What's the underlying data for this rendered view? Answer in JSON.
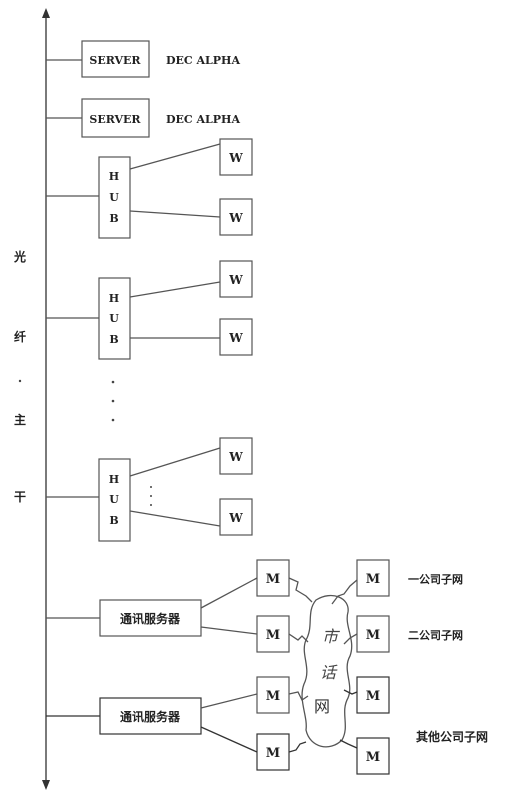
{
  "backbone": {
    "label_chars": [
      "光",
      "纤",
      "主",
      "干"
    ]
  },
  "servers": [
    {
      "box": "SERVER",
      "label": "DEC ALPHA"
    },
    {
      "box": "SERVER",
      "label": "DEC ALPHA"
    }
  ],
  "hubs": [
    {
      "chars": [
        "H",
        "U",
        "B"
      ],
      "workstations": [
        "W",
        "W"
      ]
    },
    {
      "chars": [
        "H",
        "U",
        "B"
      ],
      "workstations": [
        "W",
        "W"
      ]
    },
    {
      "chars": [
        "H",
        "U",
        "B"
      ],
      "workstations": [
        "W",
        "W"
      ]
    }
  ],
  "comm_servers": [
    {
      "label": "通讯服务器",
      "modems": [
        "M",
        "M"
      ]
    },
    {
      "label": "通讯服务器",
      "modems": [
        "M",
        "M"
      ]
    }
  ],
  "cloud": {
    "chars": [
      "市",
      "话",
      "网"
    ]
  },
  "remote": [
    {
      "modem": "M",
      "label": "一公司子网"
    },
    {
      "modem": "M",
      "label": "二公司子网"
    },
    {
      "modem": "M",
      "label": "其他公司子网"
    },
    {
      "modem": "M",
      "label": ""
    }
  ]
}
